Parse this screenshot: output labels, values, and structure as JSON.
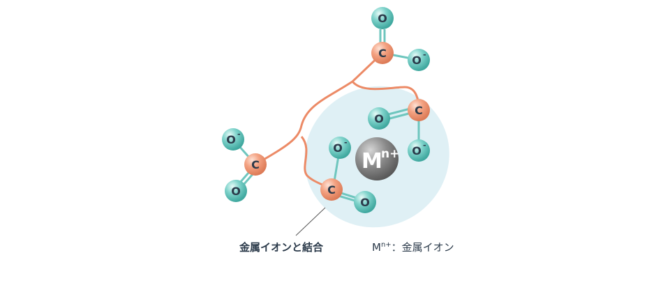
{
  "atoms": {
    "carbon": "C",
    "oxygen": "O",
    "minus": "-"
  },
  "metal_ion": {
    "symbol": "M",
    "charge": "n+"
  },
  "captions": {
    "binding_label": "金属イオンと結合",
    "legend_symbol": "M",
    "legend_charge": "n+",
    "legend_text": "：金属イオン"
  },
  "colors": {
    "carbon": "#f09a78",
    "oxygen": "#5fc0b8",
    "chain": "#ec8a66",
    "bond": "#6ec6be",
    "halo": "#dff0f5",
    "metal": "#7a7a7a",
    "text": "#2b3a4a"
  }
}
